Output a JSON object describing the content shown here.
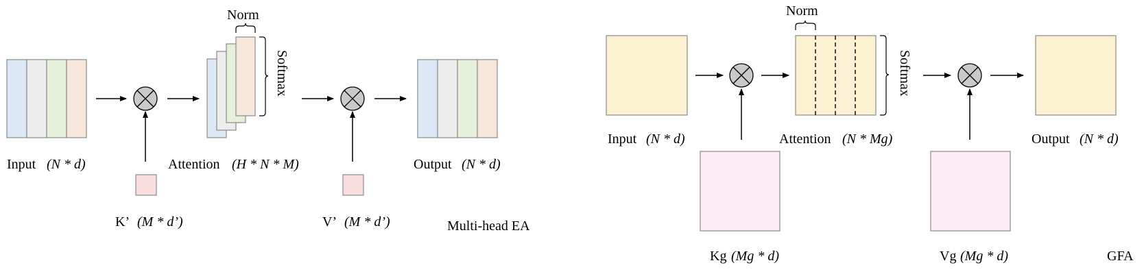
{
  "left": {
    "input_label": "Input",
    "input_dims": "(N * d)",
    "attention_label": "Attention",
    "attention_dims": "(H * N * M)",
    "norm_label": "Norm",
    "softmax_label": "Softmax",
    "output_label": "Output",
    "output_dims": "(N * d)",
    "k_label": "K’",
    "k_dims": "(M * d’)",
    "v_label": "V’",
    "v_dims": "(M * d’)",
    "caption": "Multi-head  EA"
  },
  "right": {
    "input_label": "Input",
    "input_dims": "(N * d)",
    "norm_label": "Norm",
    "softmax_label": "Softmax",
    "attention_label": "Attention",
    "attention_dims": "(N * Mg)",
    "output_label": "Output",
    "output_dims": "(N * d)",
    "k_label": "Kg",
    "k_dims": "(Mg * d)",
    "v_label": "Vg",
    "v_dims": "(Mg * d)",
    "caption": "GFA"
  },
  "colors": {
    "blue": "#dce8f5",
    "gray": "#ededed",
    "green": "#e5efda",
    "peach": "#f7e6da",
    "yellow": "#fbf0d1",
    "pink": "#fcecf4",
    "small_pink": "#f8dede",
    "circle": "#c9c9c9"
  }
}
